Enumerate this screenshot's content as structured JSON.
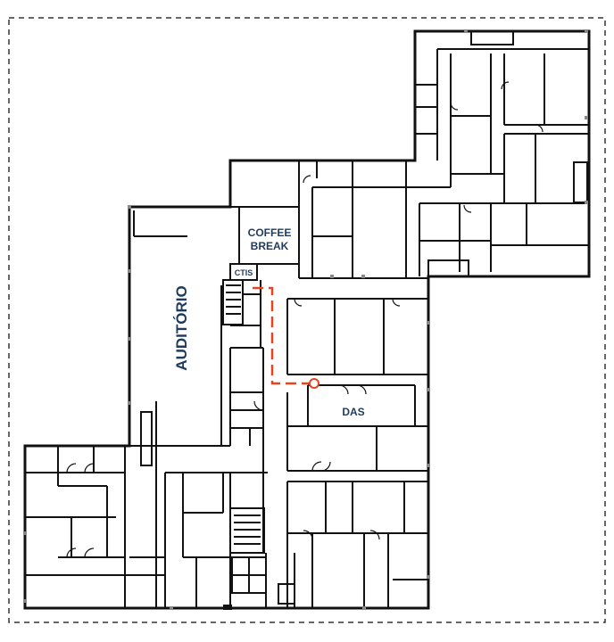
{
  "labels": {
    "auditorio": "AUDITÓRIO",
    "coffee_line1": "COFFEE",
    "coffee_line2": "BREAK",
    "ctis": "CTIS",
    "das": "DAS"
  },
  "colors": {
    "wall": "#111111",
    "label": "#1f3b5e",
    "route": "#e8451e",
    "border": "#333333",
    "pillar": "#888888"
  }
}
